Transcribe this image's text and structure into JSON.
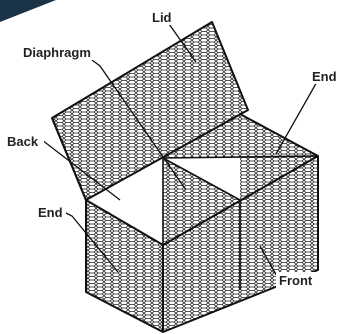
{
  "labels": {
    "lid": "Lid",
    "diaphragm": "Diaphragm",
    "end_right": "End",
    "back": "Back",
    "end_left": "End",
    "front": "Front"
  },
  "colors": {
    "corner_triangle": "#1b3346",
    "mesh": "#1a1a1a",
    "ink": "#222222"
  }
}
